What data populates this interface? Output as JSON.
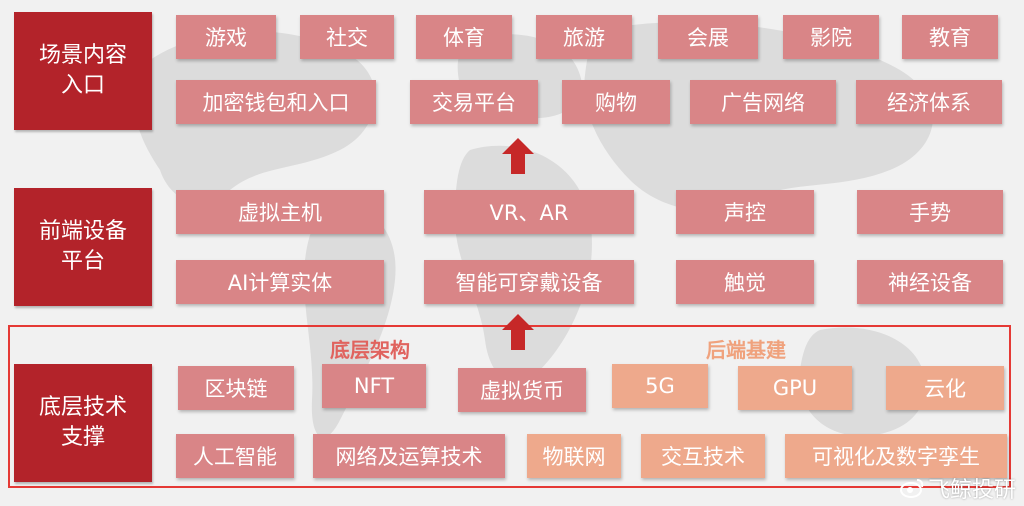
{
  "layers": {
    "scene": {
      "label": "场景内容入口",
      "items": [
        "游戏",
        "社交",
        "体育",
        "旅游",
        "会展",
        "影院",
        "教育",
        "加密钱包和入口",
        "交易平台",
        "购物",
        "广告网络",
        "经济体系"
      ]
    },
    "frontend": {
      "label": "前端设备平台",
      "items": [
        "虚拟主机",
        "VR、AR",
        "声控",
        "手势",
        "AI计算实体",
        "智能可穿戴设备",
        "触觉",
        "神经设备"
      ]
    },
    "infra": {
      "label": "底层技术支撑",
      "section_left": "底层架构",
      "section_right": "后端基建",
      "items": [
        "区块链",
        "NFT",
        "虚拟货币",
        "5G",
        "GPU",
        "云化",
        "人工智能",
        "网络及运算技术",
        "物联网",
        "交互技术",
        "可视化及数字孪生"
      ]
    }
  },
  "watermark": "飞鲸投研",
  "colors": {
    "category": "#b3232a",
    "box_pink": "#d98587",
    "box_peach": "#eea98c",
    "arrow": "#c62828",
    "frame": "#e53935",
    "label_left": "#e0635e",
    "label_right": "#f0a27d"
  }
}
